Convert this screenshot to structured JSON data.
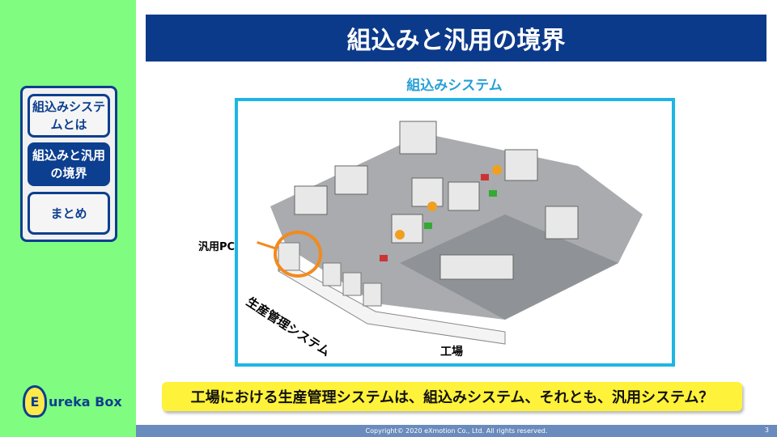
{
  "title": "組込みと汎用の境界",
  "nav": {
    "items": [
      {
        "label": "組込みシステムとは"
      },
      {
        "label": "組込みと汎用の境界"
      },
      {
        "label": "まとめ"
      }
    ]
  },
  "logo": {
    "text": "ureka Box",
    "letter": "E"
  },
  "diagram": {
    "subtitle": "組込みシステム",
    "pc_label": "汎用PC",
    "system_label": "生産管理システム",
    "factory_label": "工場"
  },
  "question": "工場における生産管理システムは、組込みシステム、それとも、汎用システム？",
  "footer": {
    "copyright": "Copyright© 2020 eXmotion Co., Ltd. All rights reserved.",
    "page": "3"
  }
}
